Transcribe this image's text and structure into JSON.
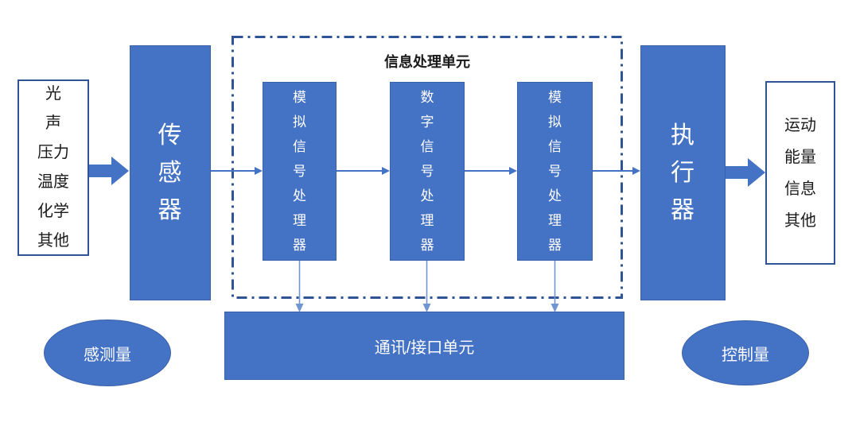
{
  "diagram": {
    "title": "信息处理单元",
    "input_box": {
      "lines": "光\n声\n压力\n温度\n化学\n其他"
    },
    "sensor_box": {
      "label": "传\n感\n器"
    },
    "processing_unit": {
      "title": "信息处理单元",
      "processors": [
        {
          "label": "模\n拟\n信\n号\n处\n理\n器",
          "name": "analog-signal-processor-1"
        },
        {
          "label": "数\n字\n信\n号\n处\n理\n器",
          "name": "digital-signal-processor"
        },
        {
          "label": "模\n拟\n信\n号\n处\n理\n器",
          "name": "analog-signal-processor-2"
        }
      ]
    },
    "actuator_box": {
      "label": "执\n行\n器"
    },
    "output_box": {
      "lines": "运动\n能量\n信息\n其他"
    },
    "comm_box": {
      "label": "通讯/接口单元"
    },
    "sensed_ellipse": {
      "label": "感测量"
    },
    "control_ellipse": {
      "label": "控制量"
    },
    "colors": {
      "primary_blue": "#4472C4",
      "border_blue": "#2F5496",
      "box_edge": "#3A62A8",
      "light_arrow": "#7096D2"
    }
  }
}
